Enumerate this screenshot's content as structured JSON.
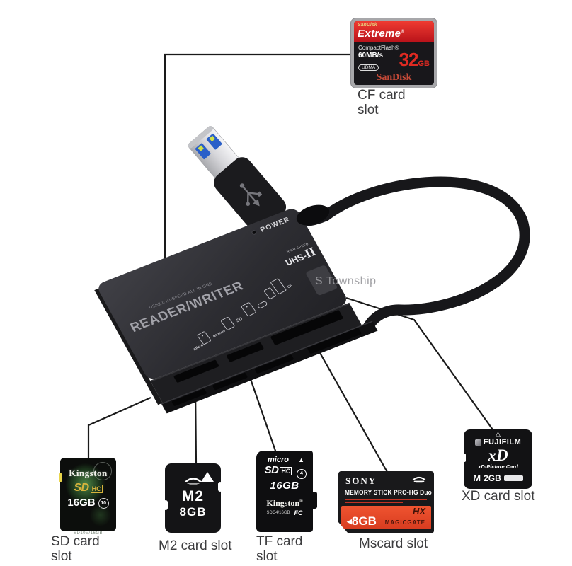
{
  "watermark": "S Township",
  "reader": {
    "power": "POWER",
    "speed_tag_small": "HIGH SPEED",
    "speed_tag": "UHS-",
    "speed_tag_bold": "II",
    "subtitle": "USB2.0 HI-SPEED ALL IN ONE",
    "title": "READER/WRITER",
    "icons": {
      "microsd": "micro",
      "ms_micro": "MS Micro",
      "sd": "SD",
      "cf": "CF"
    }
  },
  "callouts": {
    "cf": {
      "line1": "CF card",
      "line2": "slot"
    },
    "sd": {
      "line1": "SD card",
      "line2": "slot"
    },
    "m2": {
      "line1": "M2 card slot"
    },
    "tf": {
      "line1": "TF card",
      "line2": "slot"
    },
    "ms": {
      "line1": "Mscard slot"
    },
    "xd": {
      "line1": "XD card slot"
    }
  },
  "cards": {
    "cf": {
      "brand_top": "SanDisk",
      "series": "Extreme",
      "series_reg": "®",
      "type": "CompactFlash®",
      "speed": "60MB/s",
      "udma": "UDMA",
      "capacity": "32",
      "capacity_unit": "GB",
      "brand_bottom": "SanDisk"
    },
    "sd": {
      "brand": "Kingston",
      "logo_sd": "SD",
      "logo_hc": "HC",
      "capacity": "16GB",
      "speed_class": "10",
      "model": "SD10V/16GB"
    },
    "m2": {
      "format": "M2",
      "capacity": "8GB"
    },
    "tf": {
      "logo_micro": "micro",
      "logo_sd": "SD",
      "logo_hc": "HC",
      "triangle": "▲",
      "speed_class": "4",
      "capacity": "16GB",
      "brand": "Kingston",
      "brand_reg": "®",
      "model": "SDC4/16GB",
      "fcc": "FC"
    },
    "ms": {
      "brand": "SONY",
      "product": "MEMORY STICK PRO-HG Duo",
      "hx": "HX",
      "arrow": "◀",
      "capacity": "8GB",
      "magicgate": "MAGICGATE"
    },
    "xd": {
      "brand": "FUJIFILM",
      "triangle": "△",
      "logo": "xD",
      "sub": "xD-Picture Card",
      "size_prefix": "M",
      "capacity": "2GB"
    }
  },
  "colors": {
    "leader_line": "#1a1a1a",
    "reader_body": "#2e2e32",
    "cf_red_band": "#d8231f",
    "cf_capacity_red": "#e02a22",
    "sd_gold": "#d8b33c",
    "ms_band_orange": "#e4492c",
    "label_text": "#3c3c3e"
  }
}
